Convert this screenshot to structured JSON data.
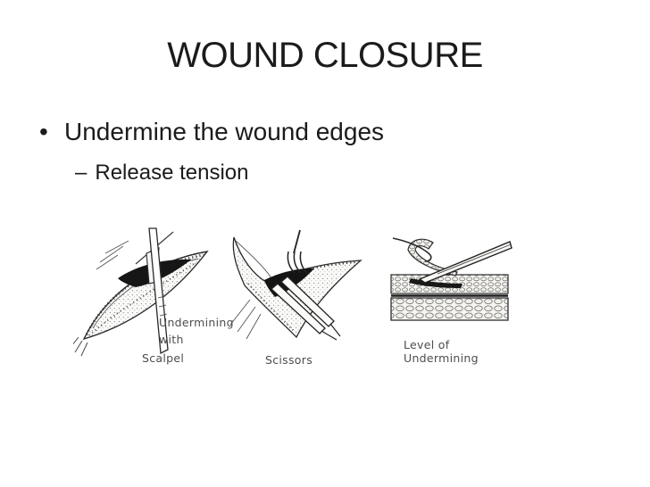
{
  "slide": {
    "title": "WOUND CLOSURE",
    "bullet": {
      "marker": "•",
      "text": "Undermine the wound edges"
    },
    "sub_bullet": {
      "marker": "–",
      "text": "Release tension"
    },
    "figures": {
      "scalpel": {
        "label_technique": "Undermining\nwith",
        "label_tool": "Scalpel"
      },
      "scissors": {
        "label_tool": "Scissors"
      },
      "cross_section": {
        "label": "Level of\nUndermining"
      }
    },
    "colors": {
      "background": "#ffffff",
      "title_text": "#1b1b1b",
      "body_text": "#1b1b1b",
      "figure_label_text": "#4d4d4d",
      "line_art": "#2a2a2a"
    }
  }
}
